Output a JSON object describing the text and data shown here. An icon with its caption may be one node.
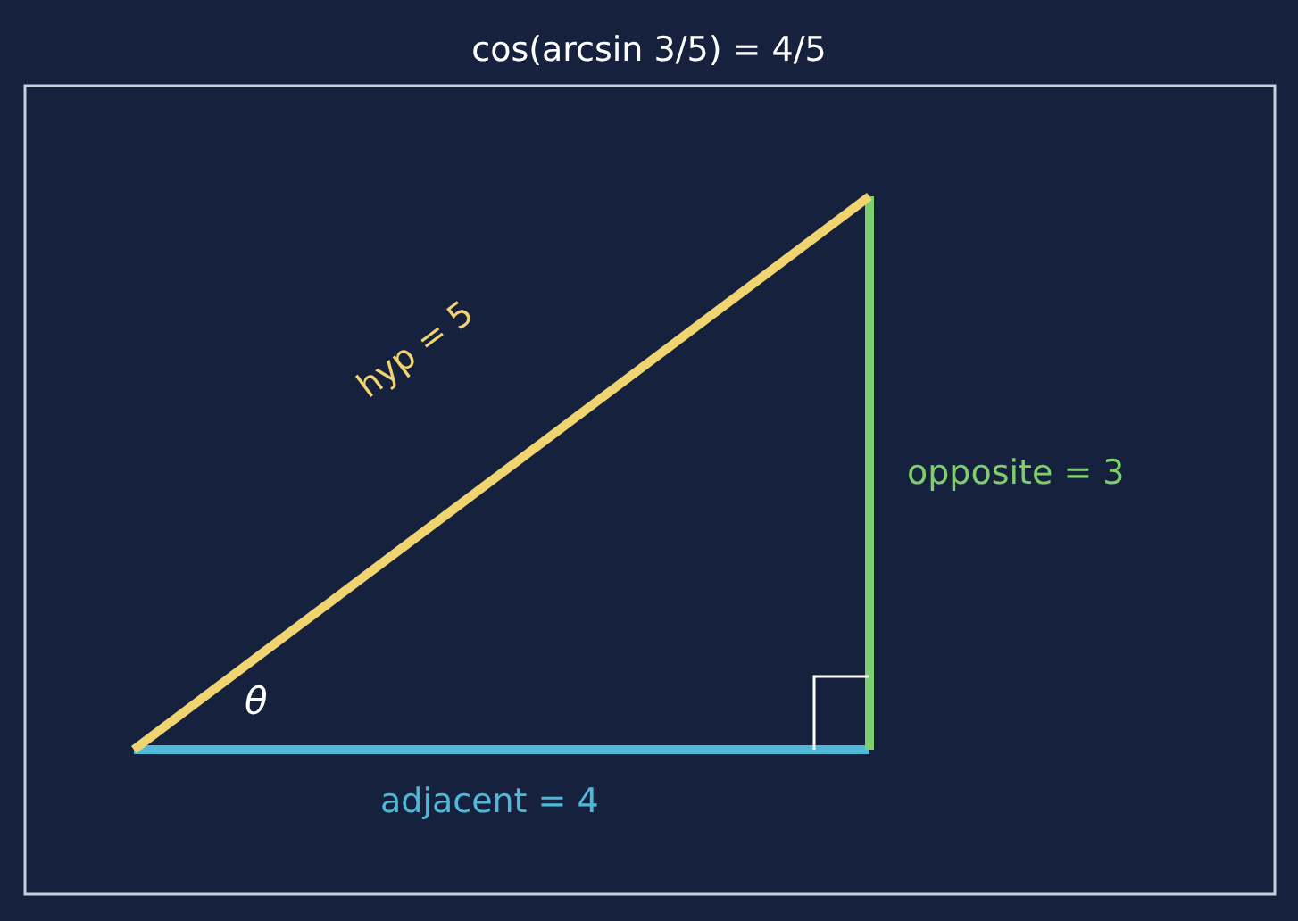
{
  "diagram": {
    "title": "cos(arcsin 3/5) = 4/5",
    "labels": [
      "hyp = 5",
      "θ",
      "opposite = 3",
      "adjacent = 4"
    ]
  }
}
